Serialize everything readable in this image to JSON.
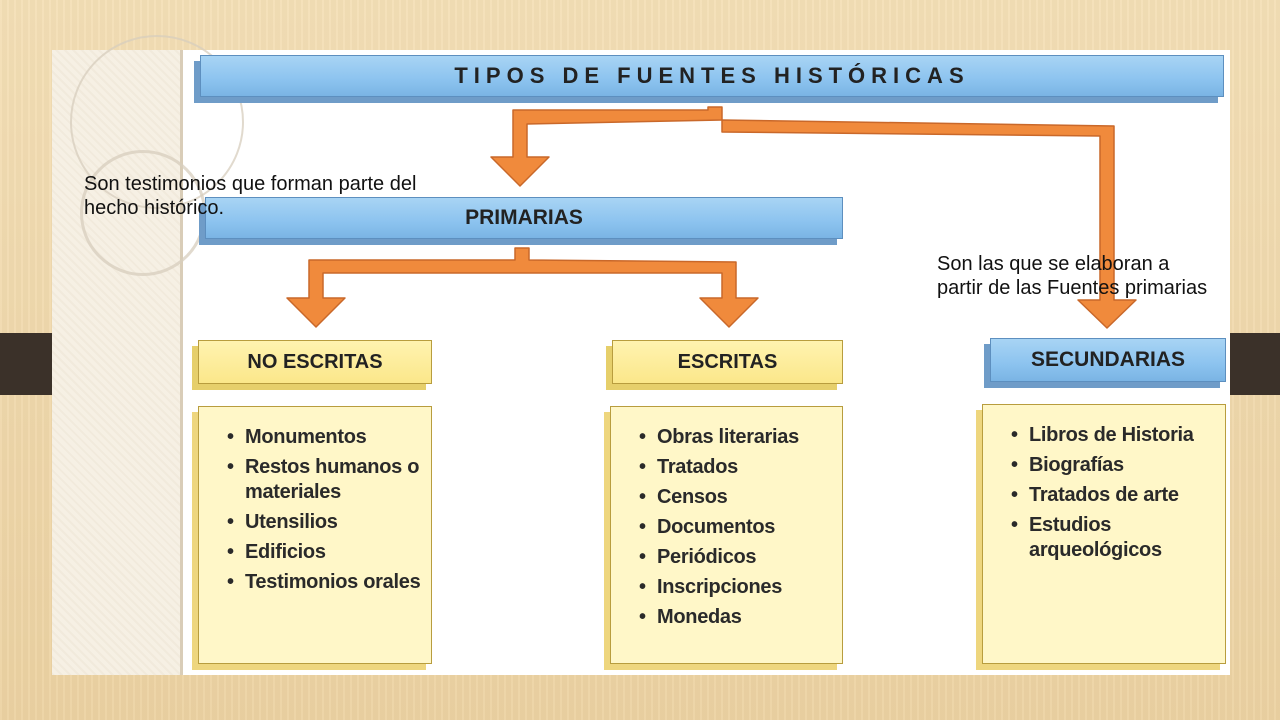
{
  "diagram": {
    "title": "TIPOS DE FUENTES HISTÓRICAS",
    "primarias": {
      "label": "PRIMARIAS",
      "description": "Son testimonios que forman parte del hecho histórico.",
      "no_escritas": {
        "label": "NO ESCRITAS",
        "items": [
          "Monumentos",
          "Restos humanos o materiales",
          "Utensilios",
          "Edificios",
          "Testimonios orales"
        ]
      },
      "escritas": {
        "label": "ESCRITAS",
        "items": [
          "Obras literarias",
          "Tratados",
          "Censos",
          "Documentos",
          "Periódicos",
          "Inscripciones",
          "Monedas"
        ]
      }
    },
    "secundarias": {
      "label": "SECUNDARIAS",
      "description": "Son las que se elaboran a partir de las Fuentes primarias",
      "items": [
        "Libros de Historia",
        "Biografías",
        "Tratados de arte",
        "Estudios arqueológicos"
      ]
    },
    "colors": {
      "blue_bar": "#8cc3ef",
      "yellow_box": "#fff7c8",
      "arrow_orange": "#f08a3c",
      "band_dark": "#3b3129"
    }
  }
}
